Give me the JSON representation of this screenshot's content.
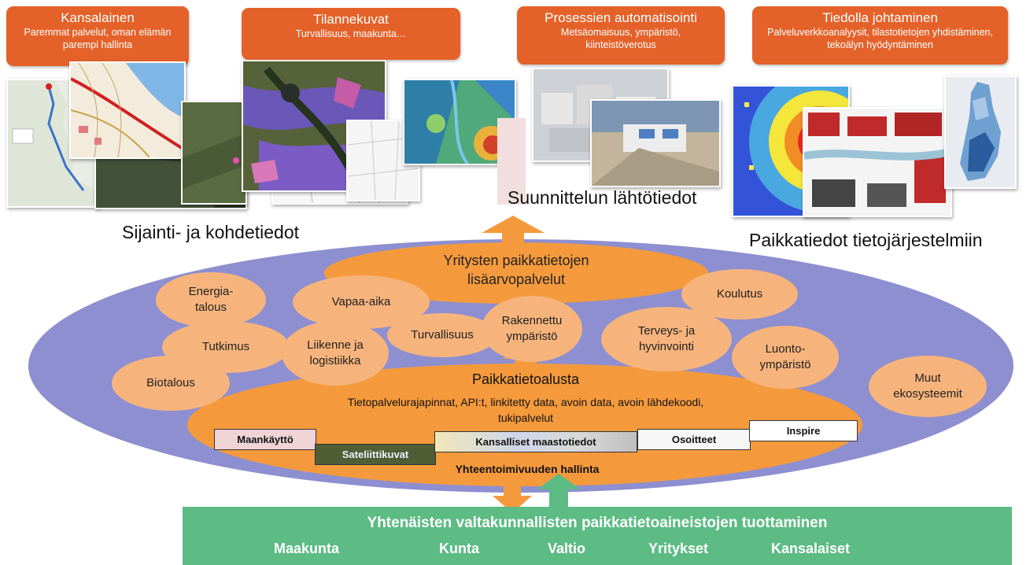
{
  "callouts": [
    {
      "title": "Kansalainen",
      "sub": "Paremmat palvelut, oman elämän parempi hallinta"
    },
    {
      "title": "Tilannekuvat",
      "sub": "Turvallisuus, maakunta…"
    },
    {
      "title": "Prosessien automatisointi",
      "sub": "Metsäomaisuus, ympäristö, kiinteistöverotus"
    },
    {
      "title": "Tiedolla johtaminen",
      "sub": "Palveluverkkoanalyysit, tilastotietojen yhdistäminen, tekoälyn hyödyntäminen"
    }
  ],
  "captions": {
    "left": "Sijainti- ja kohdetiedot",
    "middle": "Suunnittelun lähtötiedot",
    "right": "Paikkatiedot tietojärjestelmiin"
  },
  "top_ellipse": {
    "line1": "Yritysten paikkatietojen",
    "line2": "lisäarvopalvelut"
  },
  "bubbles": {
    "energia": "Energia-\ntalous",
    "vapaa": "Vapaa-aika",
    "rakennettu": "Rakennettu\nympäristö",
    "koulutus": "Koulutus",
    "tutkimus": "Tutkimus",
    "liikenne": "Liikenne ja\nlogistiikka",
    "turvallisuus": "Turvallisuus",
    "terveys": "Terveys- ja\nhyvinvointi",
    "luonto": "Luonto-\nympäristö",
    "biotalous": "Biotalous",
    "muut": "Muut\nekosysteemit"
  },
  "platform": {
    "title": "Paikkatietoalusta",
    "desc1": "Tietopalvelurajapinnat, API:t, linkitetty data, avoin data,  avoin lähdekoodi,",
    "desc2": "tukipalvelut",
    "bands": [
      "Maankäyttö",
      "Sateliittikuvat",
      "Kansalliset maastotiedot",
      "Osoitteet",
      "Inspire"
    ],
    "footer": "Yhteentoimivuuden hallinta"
  },
  "production": {
    "title": "Yhtenäisten valtakunnallisten paikkatietoaineistojen tuottaminen",
    "items": [
      "Maakunta",
      "Kunta",
      "Valtio",
      "Yritykset",
      "Kansalaiset"
    ]
  },
  "colors": {
    "callout": "#e4622a",
    "ellipse_blue": "#8e8fd0",
    "orange": "#f59a3c",
    "bubble": "#f6b47c",
    "green": "#5dbb84"
  }
}
